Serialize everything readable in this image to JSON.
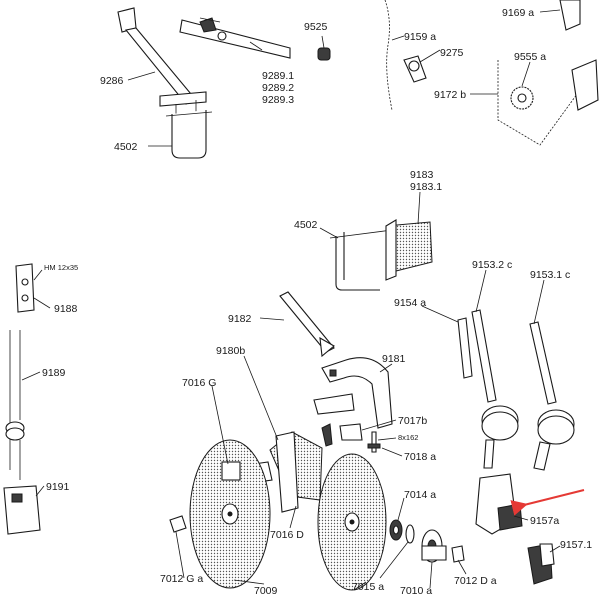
{
  "diagram": {
    "labels": {
      "l9286": "9286",
      "l9289_1": "9289.1",
      "l9289_2": "9289.2",
      "l9289_3": "9289.3",
      "l9525": "9525",
      "l4502_top": "4502",
      "l9159a": "9159 a",
      "l9275": "9275",
      "l9169a": "9169 a",
      "l9555a": "9555 a",
      "l9172b": "9172 b",
      "l9183": "9183",
      "l9183_1": "9183.1",
      "l4502_mid": "4502",
      "l9153_2c": "9153.2 c",
      "l9153_1c": "9153.1 c",
      "l9154a": "9154 a",
      "lHM": "HM 12x35",
      "l9188": "9188",
      "l9189": "9189",
      "l9191": "9191",
      "l9182": "9182",
      "l9180b": "9180b",
      "l9181": "9181",
      "l7016G": "7016 G",
      "l7017b": "7017b",
      "l8x162": "8x162",
      "l9018a": "7018 a",
      "l7014a": "7014 a",
      "l7016D": "7016 D",
      "l9157a": "9157a",
      "l9157_1": "9157.1",
      "l7012Ga": "7012 G a",
      "l7009": "7009",
      "l7015a": "7015 a",
      "l7010a": "7010 a",
      "l7012Da": "7012 D a"
    },
    "colors": {
      "ink": "#1a1a1a",
      "shade": "#3c3c3c",
      "pointer": "#e53935"
    }
  }
}
